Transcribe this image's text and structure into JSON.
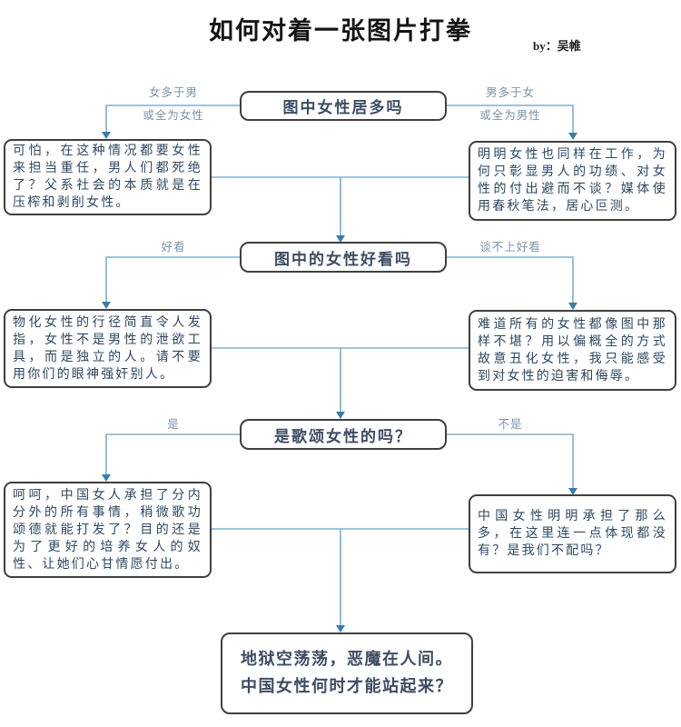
{
  "title": "如何对着一张图片打拳",
  "byline": "by：吴帷",
  "colors": {
    "line": "#82adc9",
    "arrow": "#3a7ca8",
    "edge_label": "#7b93a9",
    "question_text": "#3e4c63",
    "response_text": "#2f4760",
    "box_border": "#3f3f3f"
  },
  "flowchart": {
    "levels": [
      {
        "question": "图中女性居多吗",
        "left_labels": [
          "女多于男",
          "或全为女性"
        ],
        "right_labels": [
          "男多于女",
          "或全为男性"
        ],
        "left_response": "可怕，在这种情况都要女性来担当重任，男人们都死绝了？父系社会的本质就是在压榨和剥削女性。",
        "right_response": "明明女性也同样在工作，为何只彰显男人的功绩、对女性的付出避而不谈？媒体使用春秋笔法，居心叵测。"
      },
      {
        "question": "图中的女性好看吗",
        "left_labels": [
          "好看"
        ],
        "right_labels": [
          "谈不上好看"
        ],
        "left_response": "物化女性的行径简直令人发指，女性不是男性的泄欲工具，而是独立的人。请不要用你们的眼神强奸别人。",
        "right_response": "难道所有的女性都像图中那样不堪？用以偏概全的方式故意丑化女性，我只能感受到对女性的迫害和侮辱。"
      },
      {
        "question": "是歌颂女性的吗？",
        "left_labels": [
          "是"
        ],
        "right_labels": [
          "不是"
        ],
        "left_response": "呵呵，中国女人承担了分内分外的所有事情，稍微歌功颂德就能打发了？目的还是为了更好的培养女人的奴性、让她们心甘情愿付出。",
        "right_response": "中国女性明明承担了那么多，在这里连一点体现都没有？是我们不配吗？"
      }
    ],
    "conclusion_lines": [
      "地狱空荡荡，恶魔在人间。",
      "中国女性何时才能站起来？"
    ]
  }
}
